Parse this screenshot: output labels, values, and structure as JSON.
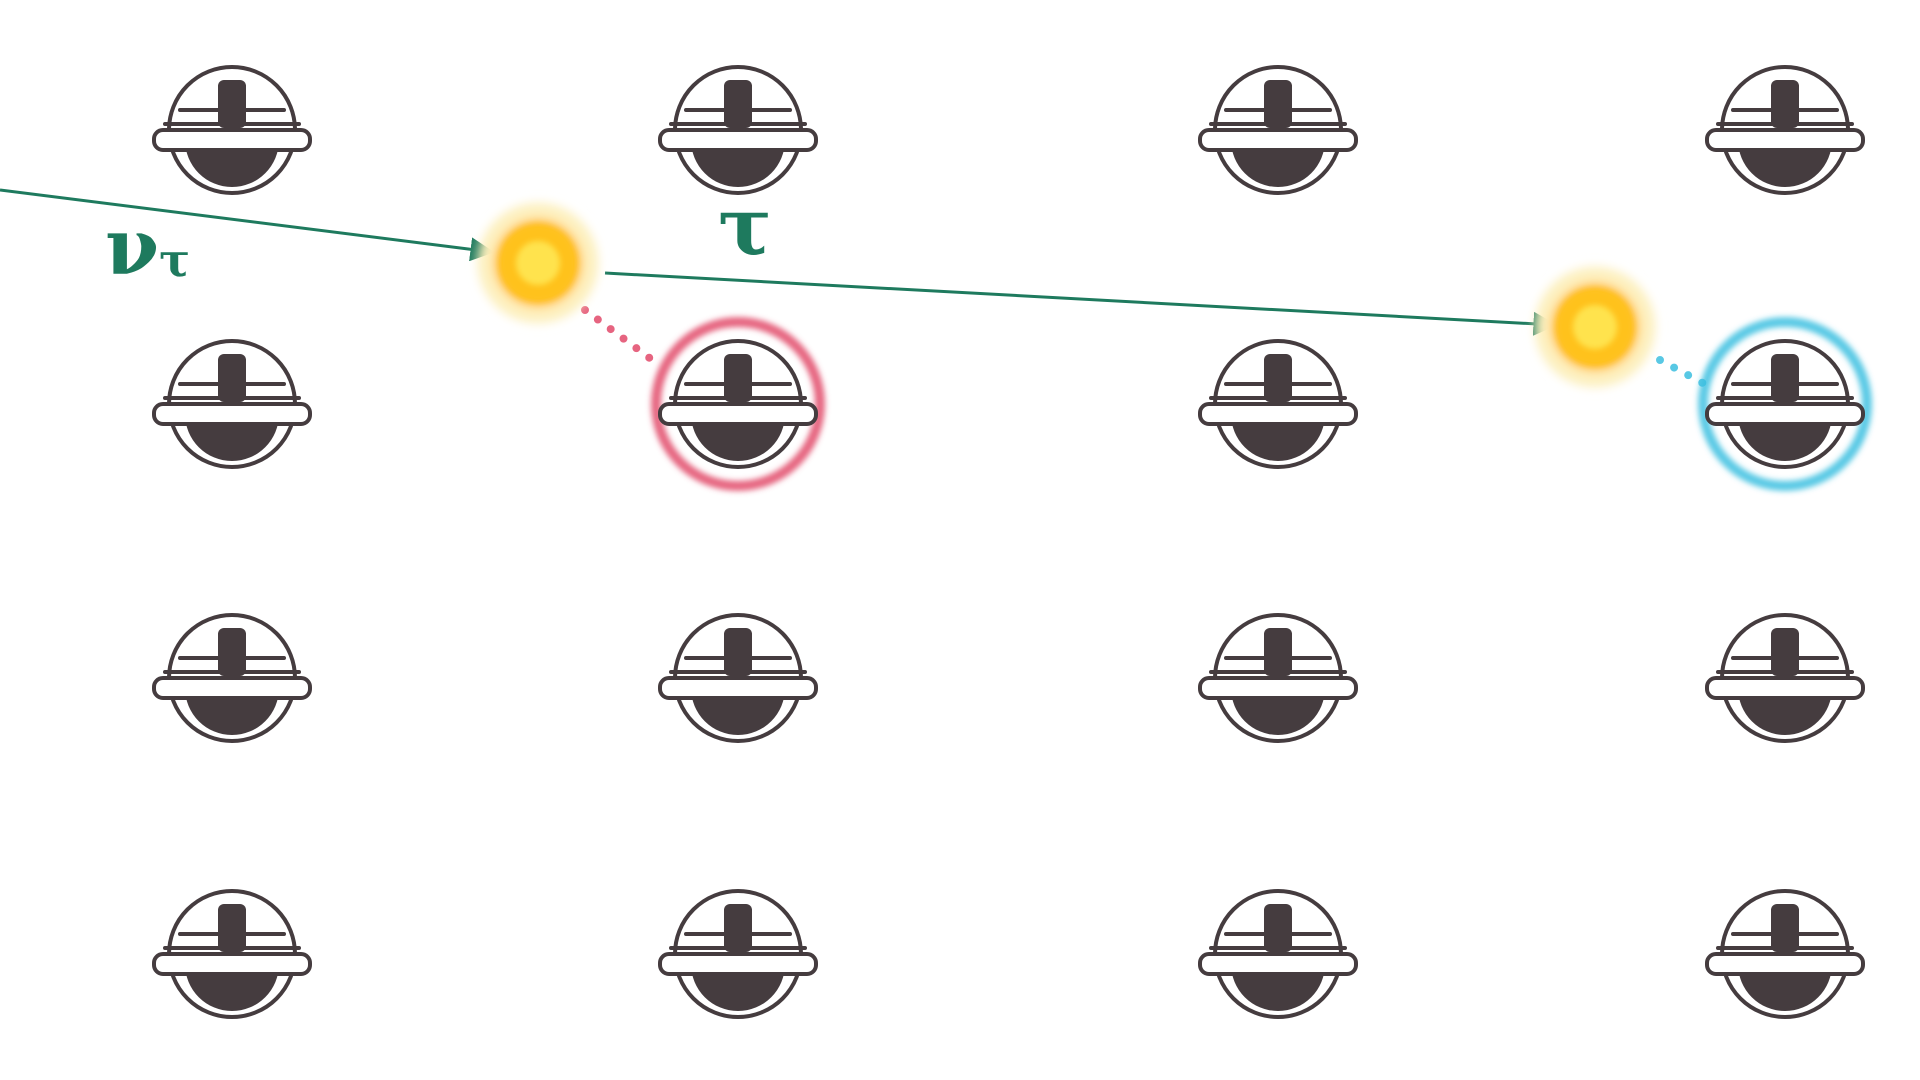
{
  "diagram": {
    "background": "#ffffff",
    "track_color": "#1e7a5e",
    "module_color": "#453c3f",
    "glow_color_vertex": "#ffd21f",
    "highlight_red": "#e24a6a",
    "highlight_blue": "#3cbfe0",
    "labels": {
      "incoming_symbol": "ν",
      "incoming_subscript": "τ",
      "outgoing_symbol": "τ"
    },
    "grid": {
      "columns": 4,
      "rows": 4,
      "missing": [],
      "highlighted": [
        {
          "row": 1,
          "col": 1,
          "color": "red"
        },
        {
          "row": 1,
          "col": 3,
          "color": "blue"
        }
      ]
    },
    "modules": [
      {
        "id": "module-r0-c0",
        "icon": "optical-module-icon"
      },
      {
        "id": "module-r0-c1",
        "icon": "optical-module-icon"
      },
      {
        "id": "module-r0-c2",
        "icon": "optical-module-icon"
      },
      {
        "id": "module-r0-c3",
        "icon": "optical-module-icon"
      },
      {
        "id": "module-r1-c0",
        "icon": "optical-module-icon"
      },
      {
        "id": "module-r1-c1",
        "icon": "optical-module-icon"
      },
      {
        "id": "module-r1-c2",
        "icon": "optical-module-icon"
      },
      {
        "id": "module-r1-c3",
        "icon": "optical-module-icon"
      },
      {
        "id": "module-r2-c0",
        "icon": "optical-module-icon"
      },
      {
        "id": "module-r2-c1",
        "icon": "optical-module-icon"
      },
      {
        "id": "module-r2-c2",
        "icon": "optical-module-icon"
      },
      {
        "id": "module-r2-c3",
        "icon": "optical-module-icon"
      },
      {
        "id": "module-r3-c0",
        "icon": "optical-module-icon"
      },
      {
        "id": "module-r3-c1",
        "icon": "optical-module-icon"
      },
      {
        "id": "module-r3-c2",
        "icon": "optical-module-icon"
      },
      {
        "id": "module-r3-c3",
        "icon": "optical-module-icon"
      }
    ]
  }
}
